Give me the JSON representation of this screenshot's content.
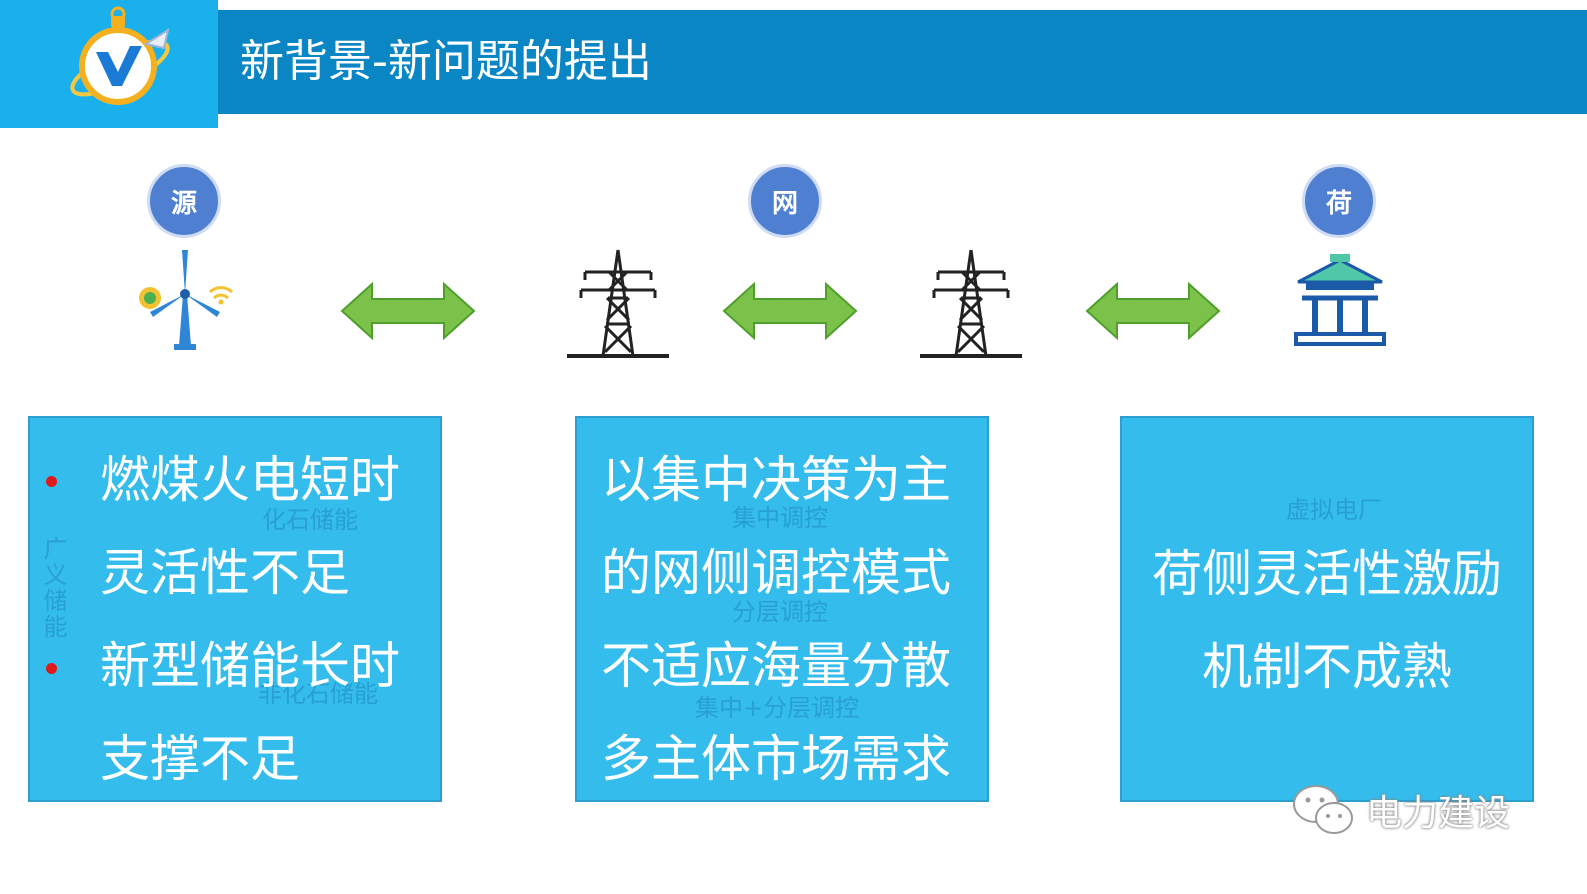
{
  "header": {
    "title": "新背景-新问题的提出"
  },
  "columns": [
    {
      "badge": "源"
    },
    {
      "badge": "网"
    },
    {
      "badge": "荷"
    }
  ],
  "cards": [
    {
      "lines": [
        "燃煤火电短时",
        "灵活性不足",
        "新型储能长时",
        "支撑不足"
      ],
      "background_labels": [
        "化石储能",
        "非化石储能"
      ],
      "vertical_label": "广义储能"
    },
    {
      "lines": [
        "以集中决策为主",
        "的网侧调控模式",
        "不适应海量分散",
        "多主体市场需求"
      ],
      "background_labels": [
        "集中调控",
        "分层调控",
        "集中+分层调控"
      ]
    },
    {
      "lines": [
        "荷侧灵活性激励",
        "机制不成熟"
      ],
      "background_labels": [
        "虚拟电厂"
      ]
    }
  ],
  "watermark": {
    "text": "电力建设"
  },
  "colors": {
    "header_bg": "#0a86c4",
    "logo_tab_bg": "#1ab0ec",
    "badge_bg": "#4f7fd1",
    "card_bg": "#33bcec",
    "arrow_green": "#7cc24a",
    "bullet_red": "#e01b1b"
  }
}
